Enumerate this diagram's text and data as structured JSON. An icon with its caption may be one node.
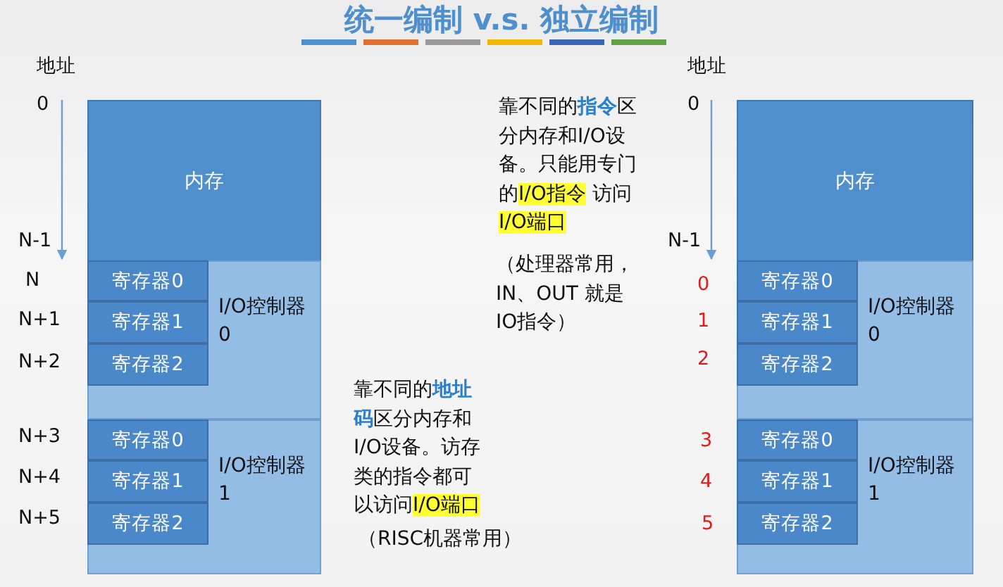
{
  "diagram": {
    "title": "统一编制 v.s. 独立编制",
    "nodes": [
      {
        "text": [
          "内存"
        ]
      },
      {
        "text": [
          "I/O控制器0"
        ]
      },
      {
        "text": [
          "寄存器0"
        ],
        "in": 1
      },
      {
        "text": [
          "寄存器1"
        ],
        "in": 1
      },
      {
        "text": [
          "寄存器2"
        ],
        "in": 1
      },
      {
        "text": [
          "I/O控制器1"
        ]
      },
      {
        "text": [
          "寄存器0"
        ],
        "in": 5
      },
      {
        "text": [
          "寄存器1"
        ],
        "in": 5
      },
      {
        "text": [
          "寄存器2"
        ],
        "in": 5
      },
      {
        "text": [
          "内存"
        ]
      },
      {
        "text": [
          "I/O控制器0"
        ]
      },
      {
        "text": [
          "寄存器0"
        ],
        "in": 10
      },
      {
        "text": [
          "寄存器1"
        ],
        "in": 10
      },
      {
        "text": [
          "寄存器2"
        ],
        "in": 10
      },
      {
        "text": [
          "I/O控制器1"
        ]
      },
      {
        "text": [
          "寄存器0"
        ],
        "in": 14
      },
      {
        "text": [
          "寄存器1"
        ],
        "in": 14
      },
      {
        "text": [
          "寄存器2"
        ],
        "in": 14
      }
    ],
    "edges": [],
    "labels": [
      "地址",
      "0",
      "N-1",
      "N",
      "N+1",
      "N+2",
      "N+3",
      "N+4",
      "N+5",
      "地址",
      "0",
      "N-1",
      "0",
      "1",
      "2",
      "3",
      "4",
      "5",
      "靠不同的**指令**区分内存和I/O设备。只能用专门的**I/O指令** 访问**I/O端口**",
      "（处理器常用，IN、OUT 就是 IO指令）",
      "靠不同的**地址码**区分内存和I/O设备。访存类的指令都可以访问**I/O端口**",
      "（RISC机器常用）"
    ]
  }
}
